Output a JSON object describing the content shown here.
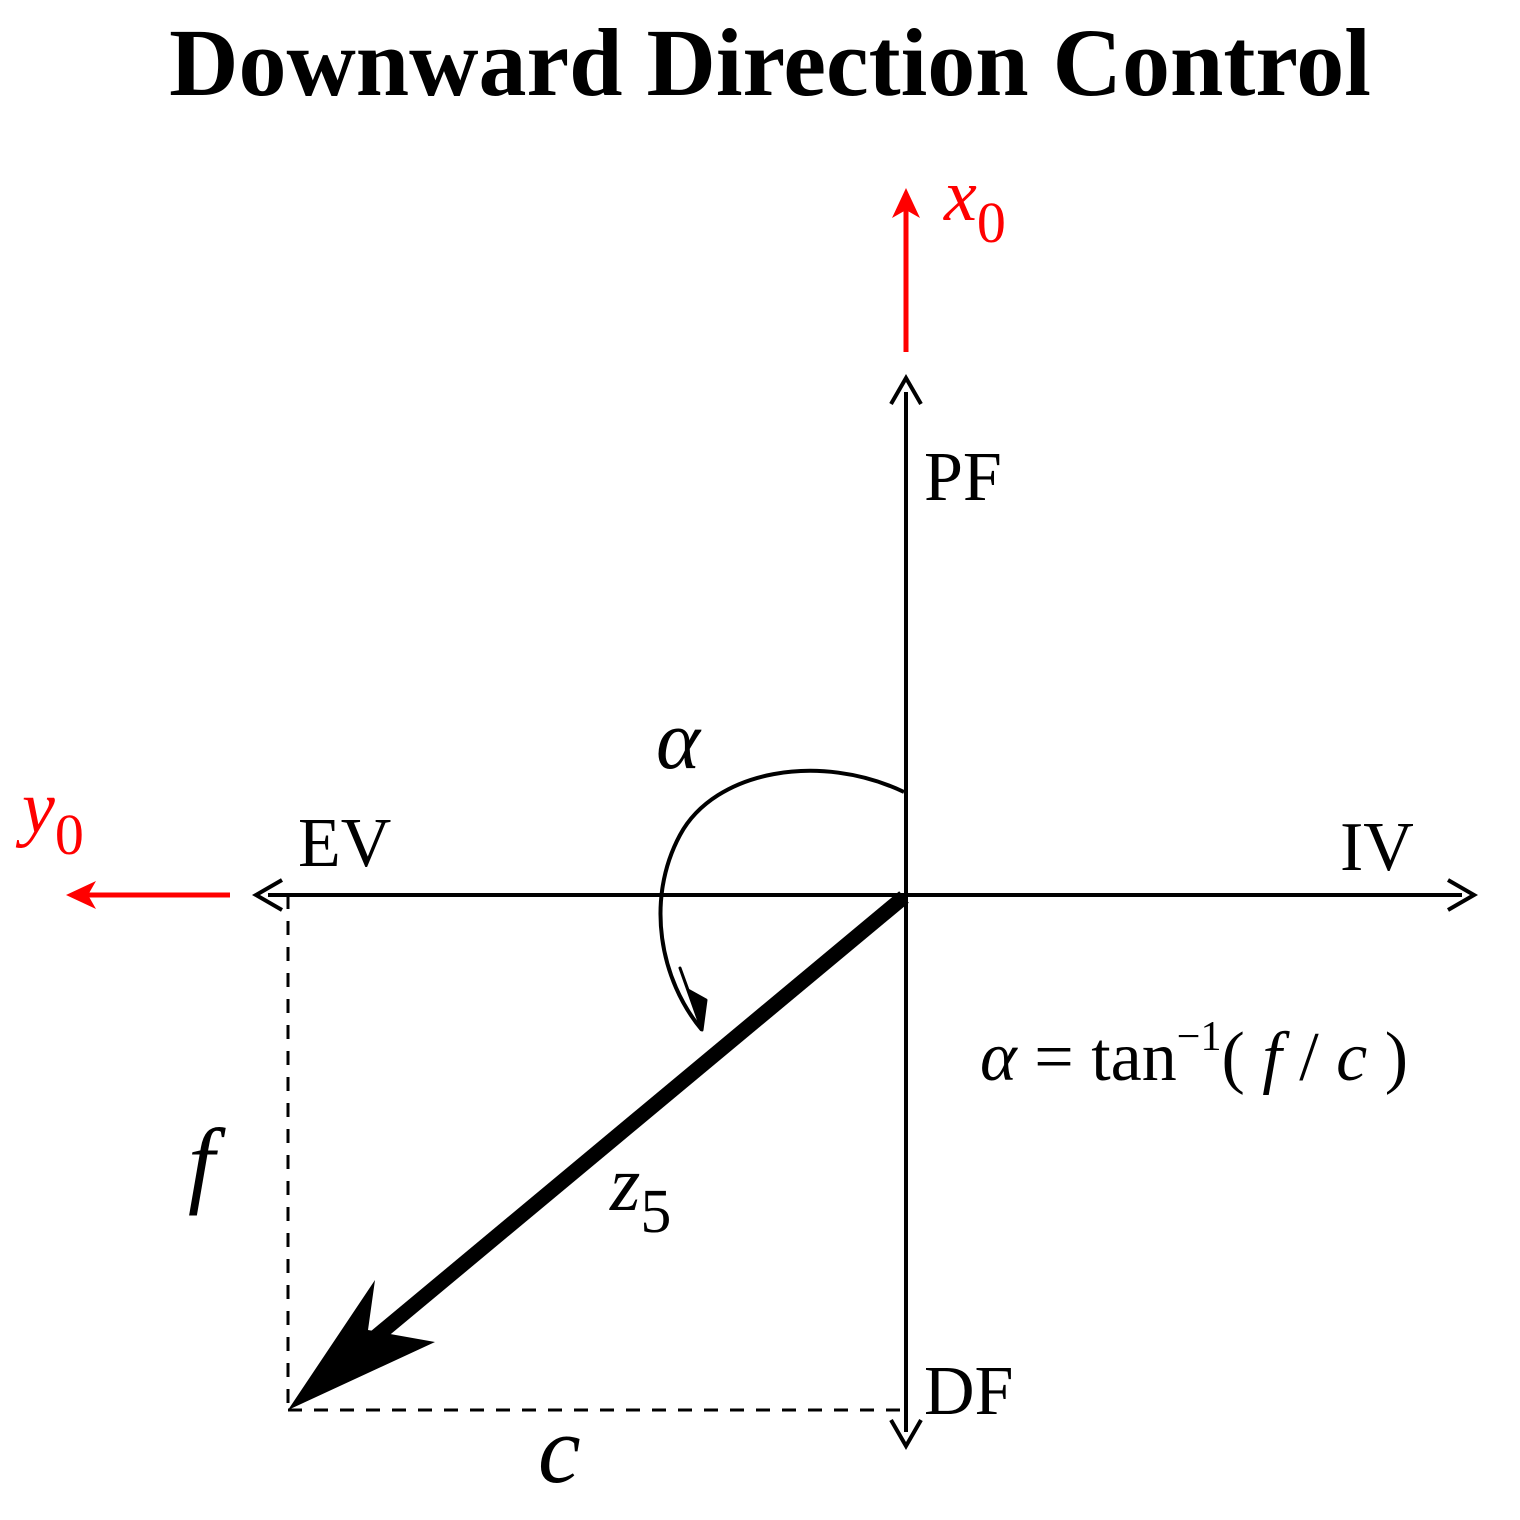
{
  "title": "Downward Direction Control",
  "colors": {
    "frame_axis": "#ff0000",
    "main_axis": "#000000"
  },
  "axes": {
    "x0": {
      "symbol": "x",
      "subscript": "0"
    },
    "y0": {
      "symbol": "y",
      "subscript": "0"
    },
    "up": "PF",
    "down": "DF",
    "left": "EV",
    "right": "IV"
  },
  "vector": {
    "symbol": "z",
    "subscript": "5"
  },
  "angle_label": "α",
  "components": {
    "vertical": "f",
    "horizontal": "c"
  },
  "formula": {
    "lhs": "α",
    "eq": "=",
    "func": "tan",
    "exponent": "−1",
    "open": "(",
    "num": "f",
    "slash": "/",
    "den": "c",
    "close": ")"
  }
}
